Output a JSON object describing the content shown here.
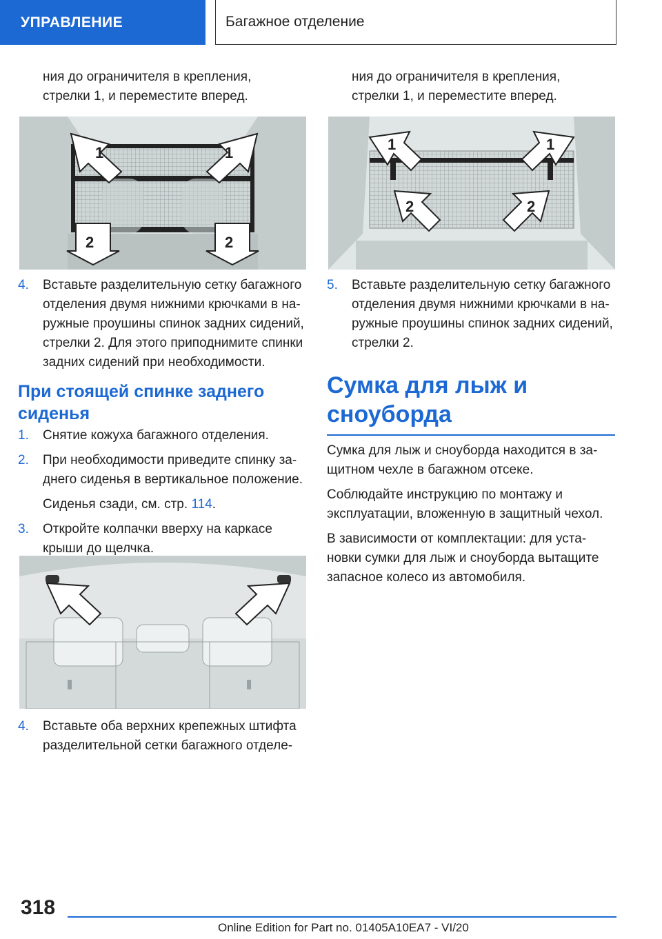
{
  "header": {
    "section": "УПРАВЛЕНИЕ",
    "title": "Багажное отделение"
  },
  "left": {
    "intro_line1": "ния до ограничителя в крепления,",
    "intro_line2": "стрелки 1, и переместите вперед.",
    "figure1": {
      "label_1": "1",
      "label_2": "2"
    },
    "step4a": {
      "num": "4.",
      "lines": [
        "Вставьте разделительную сетку багажного",
        "отделения двумя нижними крючками в на-",
        "ружные проушины спинок задних сидений,",
        "стрелки 2. Для этого приподнимите спинки",
        "задних сидений при необходимости."
      ]
    },
    "heading_line1": "При стоящей спинке заднего",
    "heading_line2": "сиденья",
    "step1": {
      "num": "1.",
      "text": "Снятие кожуха багажного отделения."
    },
    "step2": {
      "num": "2.",
      "line1": "При необходимости приведите спинку за-",
      "line2": "днего сиденья в вертикальное положение."
    },
    "seats_ref": {
      "text": "Сиденья сзади, см. стр. ",
      "page": "114",
      "end": "."
    },
    "step3": {
      "num": "3.",
      "line1": "Откройте колпачки вверху на каркасе",
      "line2": "крыши до щелчка."
    },
    "step4b": {
      "num": "4.",
      "line1": "Вставьте оба верхних крепежных штифта",
      "line2": "разделительной сетки багажного отделе-"
    }
  },
  "right": {
    "intro_line1": "ния до ограничителя в крепления,",
    "intro_line2": "стрелки 1, и переместите вперед.",
    "figure2": {
      "label_1": "1",
      "label_2": "2"
    },
    "step5": {
      "num": "5.",
      "lines": [
        "Вставьте разделительную сетку багажного",
        "отделения двумя нижними крючками в на-",
        "ружные проушины спинок задних сидений,",
        "стрелки 2."
      ]
    },
    "heading_line1": "Сумка для лыж и",
    "heading_line2": "сноуборда",
    "para1_line1": "Сумка для лыж и сноуборда находится в за-",
    "para1_line2": "щитном чехле в багажном отсеке.",
    "para2_line1": "Соблюдайте инструкцию по монтажу и",
    "para2_line2": "эксплуатации, вложенную в защитный чехол.",
    "para3_line1": "В зависимости от комплектации: для уста-",
    "para3_line2": "новки сумки для лыж и сноуборда вытащите",
    "para3_line3": "запасное колесо из автомобиля."
  },
  "footer": {
    "page_number": "318",
    "edition": "Online Edition for Part no. 01405A10EA7 - VI/20"
  },
  "colors": {
    "accent": "#1c69d4",
    "text": "#222222"
  },
  "icons": [
    "arrow-1-icon",
    "arrow-2-icon"
  ]
}
